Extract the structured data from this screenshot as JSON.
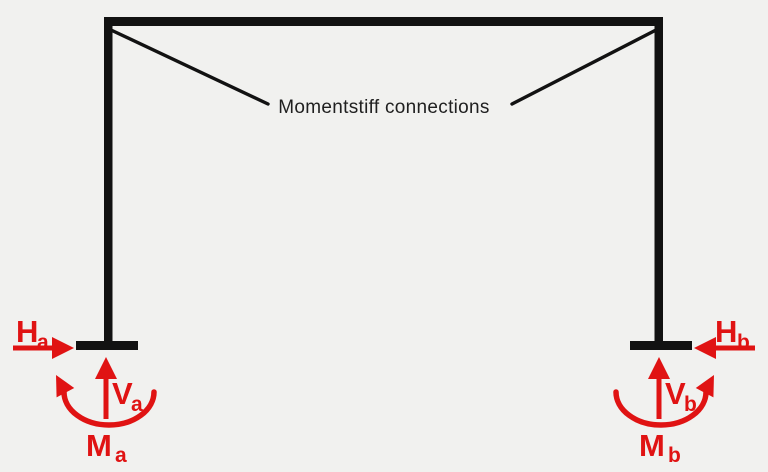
{
  "colors": {
    "background": "#f1f1ef",
    "frame": "#121212",
    "text": "#202020",
    "force": "#e01313"
  },
  "annotation": {
    "label": "Momentstiff connections"
  },
  "supports": {
    "left": {
      "horizontal": {
        "main": "H",
        "sub": "a"
      },
      "vertical": {
        "main": "V",
        "sub": "a"
      },
      "moment": {
        "main": "M",
        "sub": "a"
      }
    },
    "right": {
      "horizontal": {
        "main": "H",
        "sub": "b"
      },
      "vertical": {
        "main": "V",
        "sub": "b"
      },
      "moment": {
        "main": "M",
        "sub": "b"
      }
    }
  }
}
